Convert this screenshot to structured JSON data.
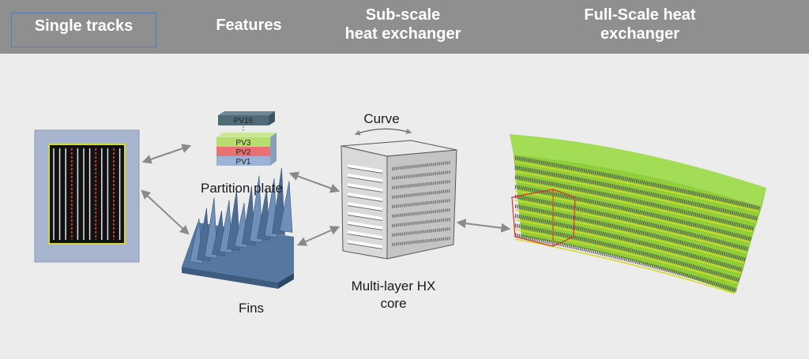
{
  "header": {
    "col1": "Single tracks",
    "col2": "Features",
    "col3_line1": "Sub-scale",
    "col3_line2": "heat exchanger",
    "col4_line1": "Full-Scale heat",
    "col4_line2": "exchanger"
  },
  "labels": {
    "curve": "Curve",
    "partition_plate": "Partition plate",
    "fins": "Fins",
    "hx_core_line1": "Multi-layer HX",
    "hx_core_line2": "core"
  },
  "plates": [
    "PV16",
    "PV3",
    "PV2",
    "PV1"
  ],
  "colors": {
    "header_bg": "#8f8f8f",
    "header_text": "#ffffff",
    "background": "#ececec",
    "fin_blue": "#5e7fa8",
    "hx_green": "#8fcf3a",
    "track_yellow": "#d8d82a",
    "track_red": "#c0392b",
    "plate_green": "#b7dd6f",
    "plate_red": "#e8707a",
    "plate_blue": "#9bb3d6",
    "plate_dark": "#4f6b78"
  }
}
